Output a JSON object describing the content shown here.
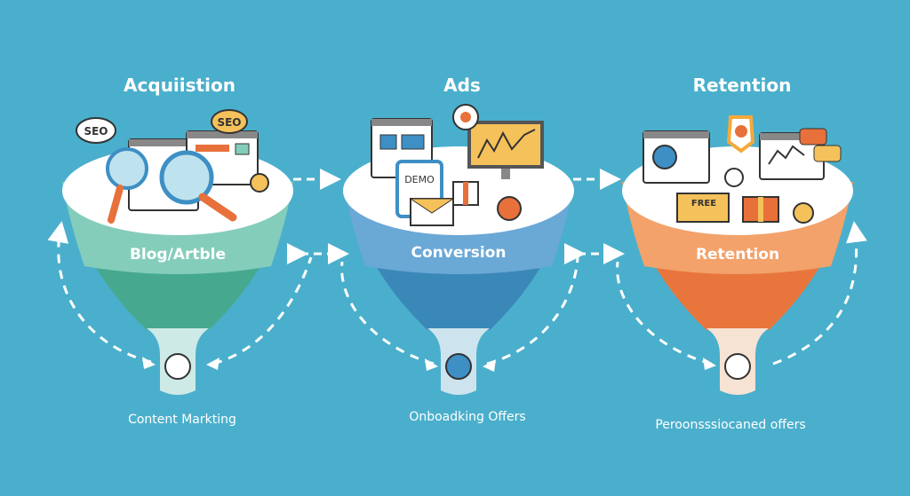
{
  "colors": {
    "background": "#4aafcc",
    "funnel_top": "#ffffff",
    "accent_orange": "#e8703a",
    "accent_yellow": "#f5c15a",
    "icon_blue": "#3d8fc4",
    "outline": "#333333"
  },
  "funnels": [
    {
      "title": "Acquiistion",
      "band_label": "Blog/Artble",
      "caption": "Content Markting",
      "band_color": "#85cdbb",
      "body_color": "#46a98f",
      "spout_color": "#cdeae6",
      "spout_icon": "lightbulb-icon",
      "icons": [
        "seo-speech-bubble-icon",
        "browser-window-icon",
        "magnifying-glass-icon",
        "seo-speech-bubble-icon",
        "monitor-icon",
        "zoom-in-icon"
      ],
      "seo_labels": [
        "SEO",
        "SEO"
      ]
    },
    {
      "title": "Ads",
      "band_label": "Conversion",
      "caption": "Onboadking Offers",
      "band_color": "#6aa8d6",
      "body_color": "#3a88b8",
      "spout_color": "#cde4ee",
      "spout_icon": "user-icon",
      "icons": [
        "browser-window-icon",
        "eye-bubble-icon",
        "chart-monitor-icon",
        "tablet-demo-icon",
        "envelope-icon",
        "gift-icon",
        "target-icon"
      ],
      "demo_label": "DEMO"
    },
    {
      "title": "Retention",
      "band_label": "Retention",
      "caption": "Peroonsssiocaned offers",
      "band_color": "#f2a26a",
      "body_color": "#e8763c",
      "spout_color": "#f7e3d3",
      "spout_icon": "checklist-shield-icon",
      "icons": [
        "community-monitor-icon",
        "user-shield-icon",
        "chat-bubbles-icon",
        "chart-monitor-icon",
        "support-user-icon",
        "envelope-icon",
        "gift-icon",
        "lock-icon"
      ],
      "free_label": "FREE"
    }
  ],
  "connectors": [
    "dashed-arrow-right",
    "double-arrow",
    "dashed-arrow-right",
    "double-arrow"
  ]
}
